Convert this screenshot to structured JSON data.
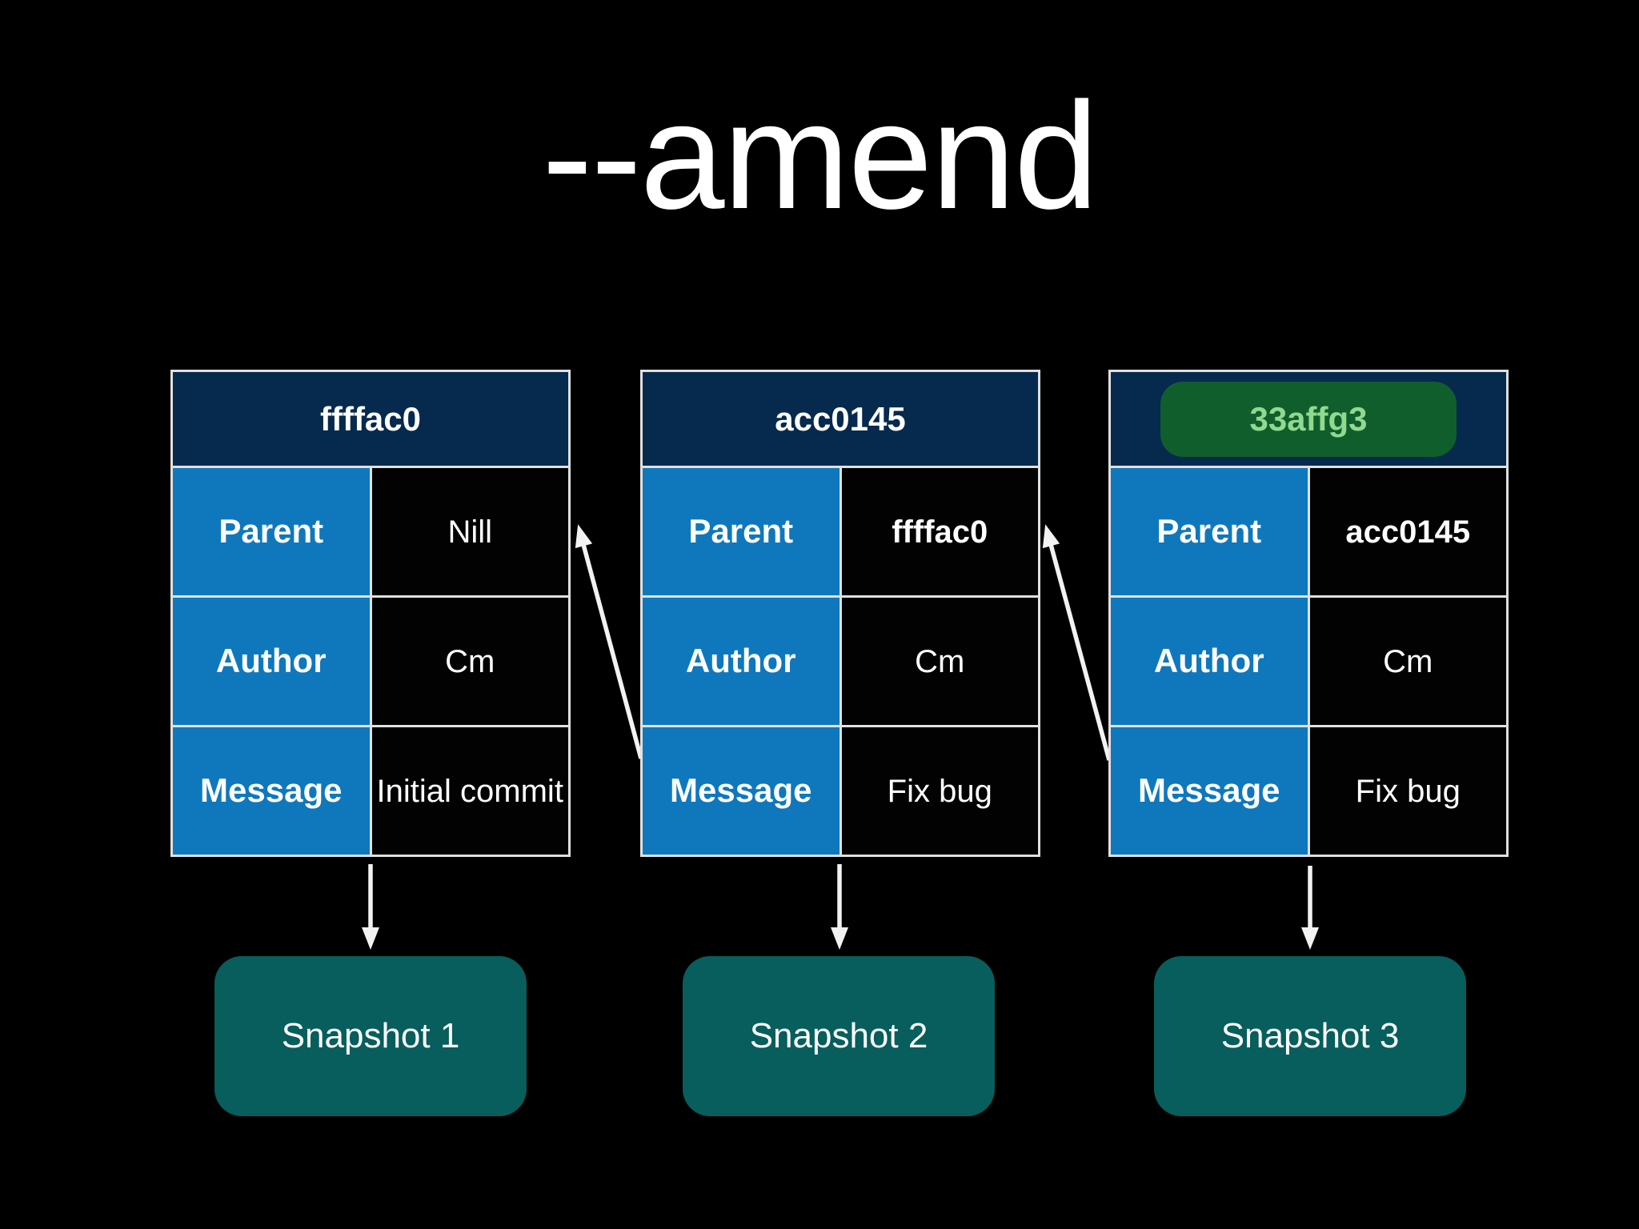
{
  "title": "--amend",
  "colors": {
    "background": "#000000",
    "header_navy": "#06294e",
    "label_blue": "#0f78bd",
    "value_black": "#020202",
    "border_light": "#e0e0e0",
    "snapshot_teal": "#075e5c",
    "badge_green_bg": "#115e2d",
    "badge_green_text": "#90d98f",
    "arrow_white": "#f2f2f2",
    "text_white": "#ffffff"
  },
  "commits": [
    {
      "hash": "ffffac0",
      "rows": [
        {
          "label": "Parent",
          "value": "Nill"
        },
        {
          "label": "Author",
          "value": "Cm"
        },
        {
          "label": "Message",
          "value": "Initial commit"
        }
      ],
      "snapshot_label": "Snapshot 1"
    },
    {
      "hash": "acc0145",
      "rows": [
        {
          "label": "Parent",
          "value": "ffffac0"
        },
        {
          "label": "Author",
          "value": "Cm"
        },
        {
          "label": "Message",
          "value": "Fix bug"
        }
      ],
      "snapshot_label": "Snapshot 2"
    },
    {
      "hash": "33affg3",
      "rows": [
        {
          "label": "Parent",
          "value": "acc0145"
        },
        {
          "label": "Author",
          "value": "Cm"
        },
        {
          "label": "Message",
          "value": "Fix bug"
        }
      ],
      "snapshot_label": "Snapshot 3"
    }
  ]
}
